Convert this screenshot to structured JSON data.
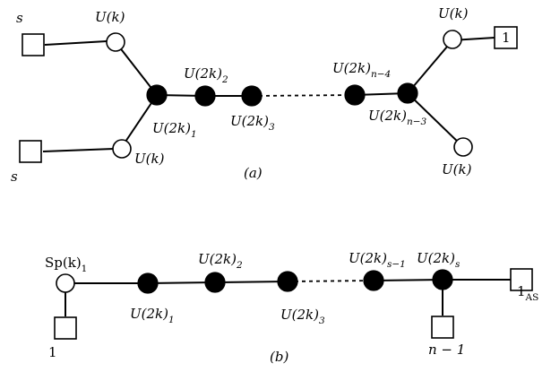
{
  "diagram_a": {
    "caption": "(a)",
    "flavor_top_left": "s",
    "flavor_bottom_left": "s",
    "flavor_top_right": "1",
    "u_top_left": "U(k)",
    "u_bottom_left": "U(k)",
    "u_top_right": "U(k)",
    "u_bottom_right": "U(k)",
    "node_1": {
      "base": "U(2k)",
      "sub": "1"
    },
    "node_2": {
      "base": "U(2k)",
      "sub": "2"
    },
    "node_3": {
      "base": "U(2k)",
      "sub": "3"
    },
    "node_n4": {
      "base": "U(2k)",
      "sub": "n−4"
    },
    "node_n3": {
      "base": "U(2k)",
      "sub": "n−3"
    }
  },
  "diagram_b": {
    "caption": "(b)",
    "sp_node": {
      "base": "Sp(k)",
      "sub": "1"
    },
    "flavor_left": "1",
    "flavor_right_bottom": "n − 1",
    "flavor_right": {
      "base": "1",
      "sub": "AS"
    },
    "node_1": {
      "base": "U(2k)",
      "sub": "1"
    },
    "node_2": {
      "base": "U(2k)",
      "sub": "2"
    },
    "node_3": {
      "base": "U(2k)",
      "sub": "3"
    },
    "node_s1": {
      "base": "U(2k)",
      "sub": "s−1"
    },
    "node_s": {
      "base": "U(2k)",
      "sub": "s"
    }
  }
}
